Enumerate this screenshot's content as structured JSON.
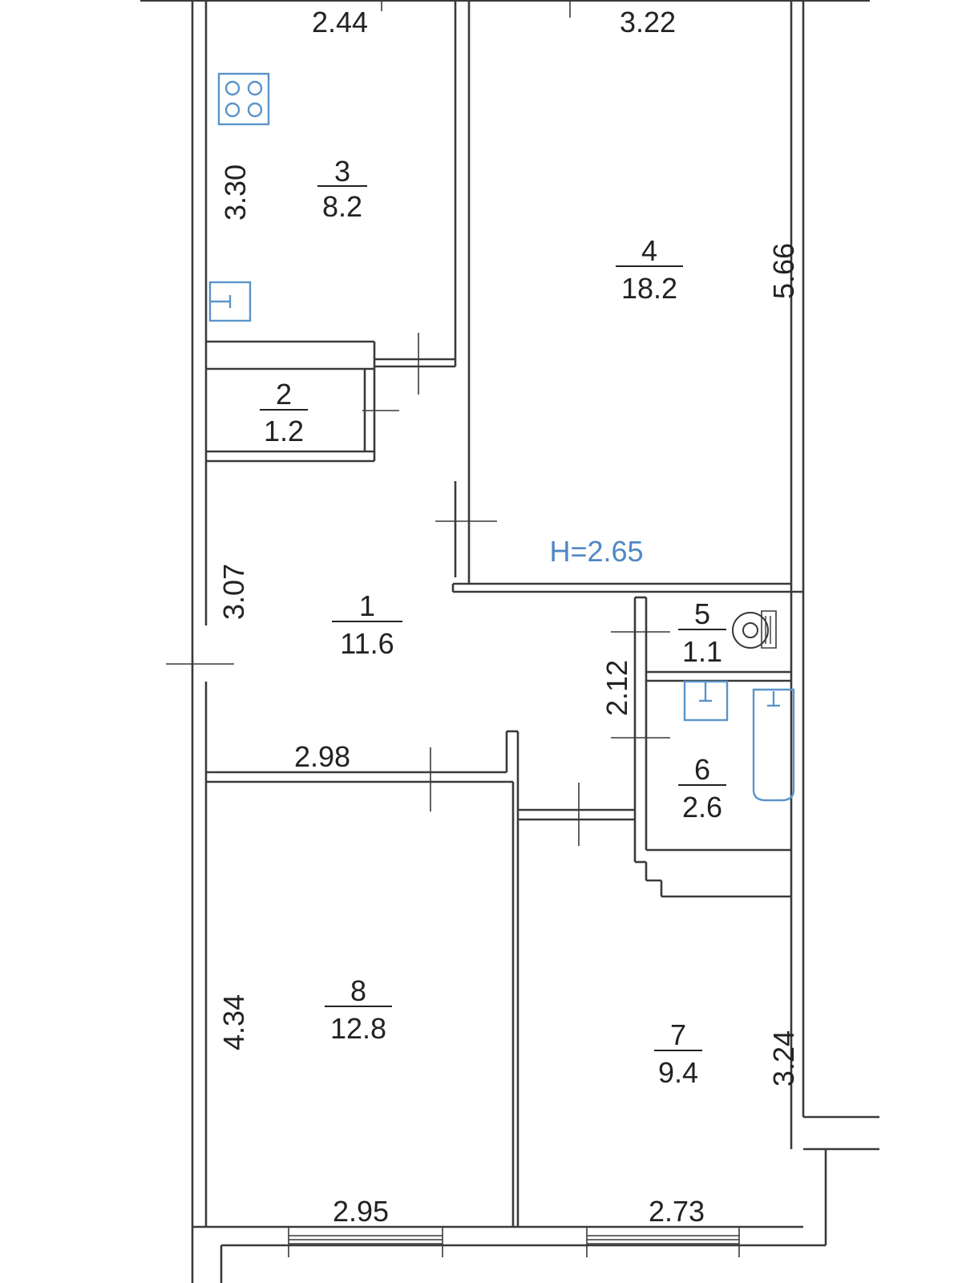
{
  "rooms": [
    {
      "id": "1",
      "area": "11.6"
    },
    {
      "id": "2",
      "area": "1.2"
    },
    {
      "id": "3",
      "area": "8.2"
    },
    {
      "id": "4",
      "area": "18.2"
    },
    {
      "id": "5",
      "area": "1.1"
    },
    {
      "id": "6",
      "area": "2.6"
    },
    {
      "id": "7",
      "area": "9.4"
    },
    {
      "id": "8",
      "area": "12.8"
    }
  ],
  "dimensions": {
    "kitchen_width": "2.44",
    "room4_width": "3.22",
    "kitchen_length": "3.30",
    "room4_length": "5.66",
    "hall_length": "3.07",
    "hall_width": "2.98",
    "bath_length": "2.12",
    "room8_length": "4.34",
    "room7_length": "3.24",
    "room8_width": "2.95",
    "room7_width": "2.73"
  },
  "ceiling_height": "H=2.65"
}
